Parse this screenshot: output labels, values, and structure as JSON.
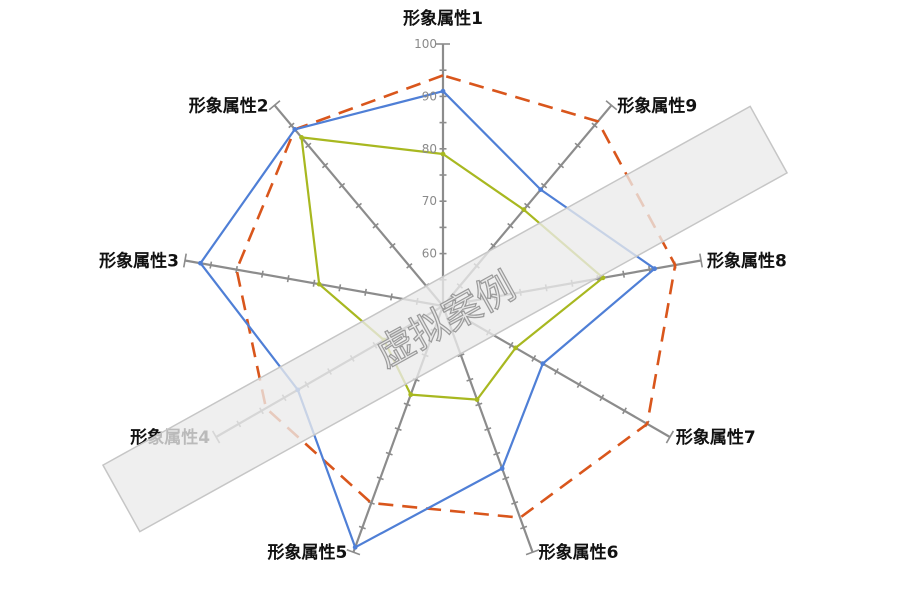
{
  "chart_data": {
    "type": "radar",
    "categories": [
      "形象属性1",
      "形象属性2",
      "形象属性3",
      "形象属性4",
      "形象属性5",
      "形象属性6",
      "形象属性7",
      "形象属性8",
      "形象属性9"
    ],
    "radial_ticks": [
      "60",
      "70",
      "80",
      "90",
      "100"
    ],
    "rlim": [
      50,
      100
    ],
    "series": [
      {
        "values": [
          94,
          94,
          90,
          89,
          90,
          93,
          95,
          95,
          96
        ],
        "color": "#D9561C",
        "style": "dashed"
      },
      {
        "values": [
          91,
          94,
          97,
          82,
          99,
          83,
          72,
          91,
          79
        ],
        "color": "#4F7FD6",
        "style": "solid"
      },
      {
        "values": [
          79,
          92,
          74,
          63,
          68,
          69,
          66,
          81,
          74
        ],
        "color": "#A8B820",
        "style": "solid"
      }
    ],
    "axis_color": "#8C8C8C",
    "grid": false,
    "legend": "none"
  },
  "watermark": {
    "text": "虚拟案例"
  }
}
